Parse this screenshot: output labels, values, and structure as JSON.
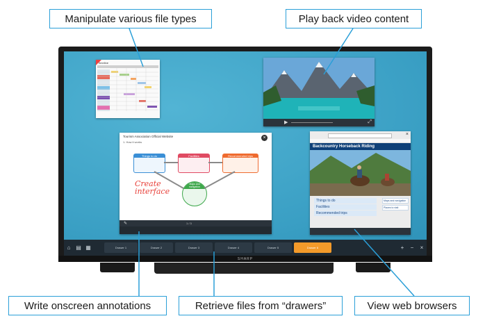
{
  "callouts": {
    "manipulate": "Manipulate various file types",
    "playback": "Play back video content",
    "annotate": "Write onscreen annotations",
    "drawers": "Retrieve files from “drawers”",
    "web": "View web browsers"
  },
  "colors": {
    "accent": "#2a9fd8",
    "screen_bg": "#3fa6c8",
    "bezel": "#1b1b1b",
    "taskbar": "#1f2a33",
    "active_tab": "#f39a2a"
  },
  "spreadsheet": {
    "title": "Timeline"
  },
  "whiteboard": {
    "title": "Tourism Association Official Website",
    "subtitle": "1. How it works",
    "node_things": "Things to do",
    "node_facilities": "Facilities",
    "node_recommended": "Recommended trips",
    "node_maps": "Maps and navigation",
    "handwriting_line1": "Create",
    "handwriting_line2": "interface",
    "page_indicator": "1 / 3"
  },
  "browser": {
    "banner": "Backcountry Horseback Riding",
    "list_items": [
      "Things to do",
      "Facilities",
      "Recommended trips"
    ],
    "side_items": [
      "Maps and navigation",
      "Places to visit"
    ]
  },
  "taskbar": {
    "tabs": [
      "Drawer 1",
      "Drawer 2",
      "Drawer 3",
      "Drawer 4",
      "Drawer 5",
      "Drawer 6"
    ],
    "brand": "SHARP"
  },
  "icons": [
    "home-icon",
    "file-icon",
    "drawer-icon",
    "plus-icon",
    "minus-icon",
    "close-icon",
    "play-icon"
  ]
}
